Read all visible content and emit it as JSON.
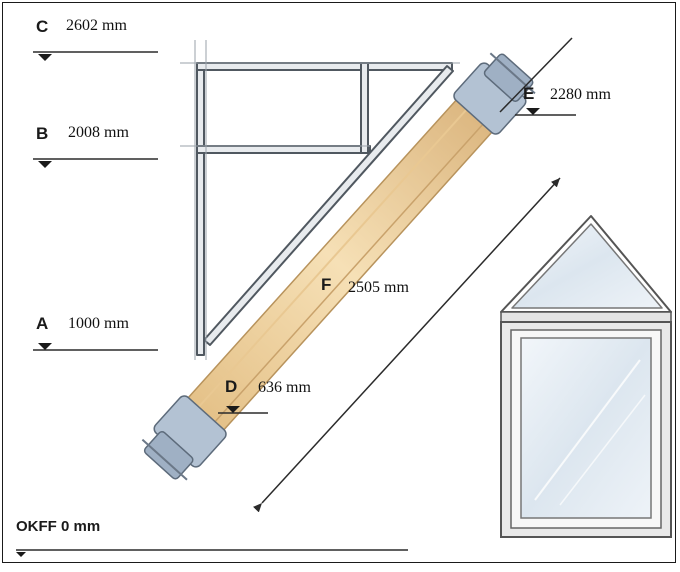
{
  "levels": {
    "c": {
      "letter": "C",
      "value": "2602 mm"
    },
    "b": {
      "letter": "B",
      "value": "2008 mm"
    },
    "a": {
      "letter": "A",
      "value": "1000 mm"
    },
    "d": {
      "letter": "D",
      "value": "636 mm"
    },
    "e": {
      "letter": "E",
      "value": "2280 mm"
    },
    "f": {
      "letter": "F",
      "value": "2505 mm"
    },
    "okff": {
      "label": "OKFF 0 mm"
    }
  },
  "colors": {
    "frame_steel": "#505860",
    "window_wood": "#efd3a2",
    "window_glass": "#dfe8f0",
    "hardware_blue": "#a9b9cc",
    "line": "#2b2b2b"
  }
}
